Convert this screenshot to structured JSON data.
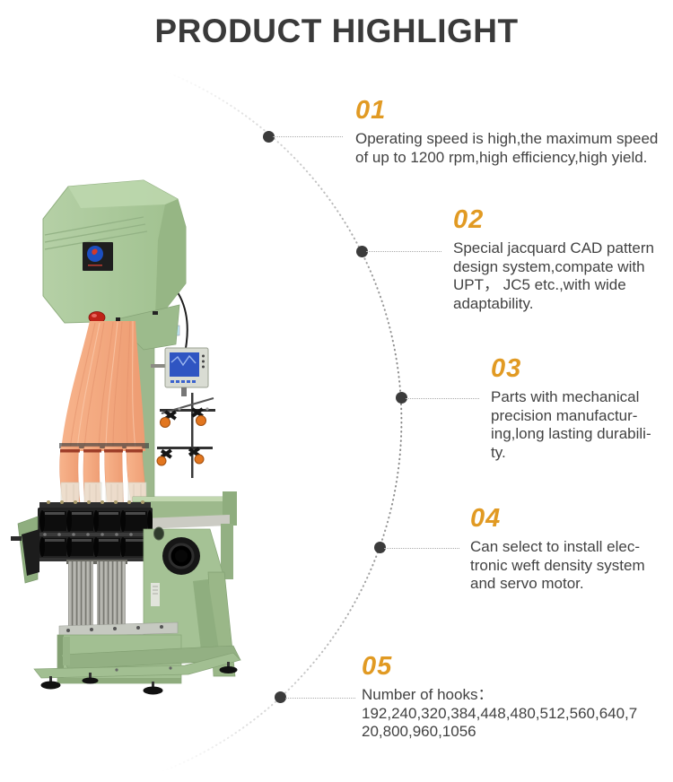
{
  "title": "PRODUCT HIGHLIGHT",
  "accent_color": "#e19a23",
  "text_color": "#424242",
  "highlights": [
    {
      "number": "01",
      "lines": [
        "Operating speed is high,the maximum speed",
        "of up to 1200 rpm,high efficiency,high yield."
      ]
    },
    {
      "number": "02",
      "lines": [
        "Special jacquard CAD pattern",
        "design system,compate with",
        "UPT， JC5 etc.,with wide",
        "adaptability."
      ]
    },
    {
      "number": "03",
      "lines": [
        "Parts with mechanical",
        "precision manufactur-",
        "ing,long lasting durabili-",
        "ty."
      ]
    },
    {
      "number": "04",
      "lines": [
        "Can select to install elec-",
        "tronic weft density system",
        "and servo motor."
      ]
    },
    {
      "number": "05",
      "lines": [
        "Number of hooks：",
        "192,240,320,384,448,480,512,560,640,7",
        "20,800,960,1056"
      ]
    }
  ],
  "machine": {
    "name": "green jacquard needle loom machine",
    "body_color": "#a8c79b",
    "thread_color": "#f3a77f",
    "logo_blue": "#1c4fc0",
    "knob_red": "#bf2318",
    "screen_blue": "#2f55c2"
  }
}
